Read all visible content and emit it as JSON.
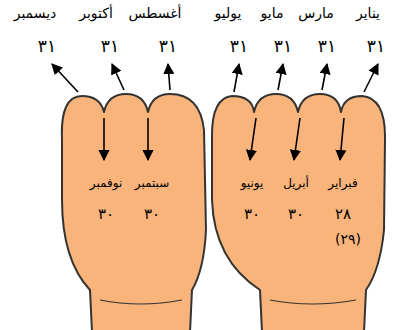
{
  "diagram": {
    "labels": [
      "يناير",
      "مارس",
      "مايو",
      "يوليو",
      "أغسطس",
      "أكتوبر",
      "ديسمبر",
      "٣١",
      "٣١",
      "٣١",
      "٣١",
      "٣١",
      "٣١",
      "٣١",
      "فبراير",
      "أبريل",
      "يونيو",
      "سبتمبر",
      "نوفمبر",
      "٢٨",
      "٣٠",
      "٣٠",
      "٣٠",
      "٣٠",
      "(٢٩)"
    ]
  }
}
